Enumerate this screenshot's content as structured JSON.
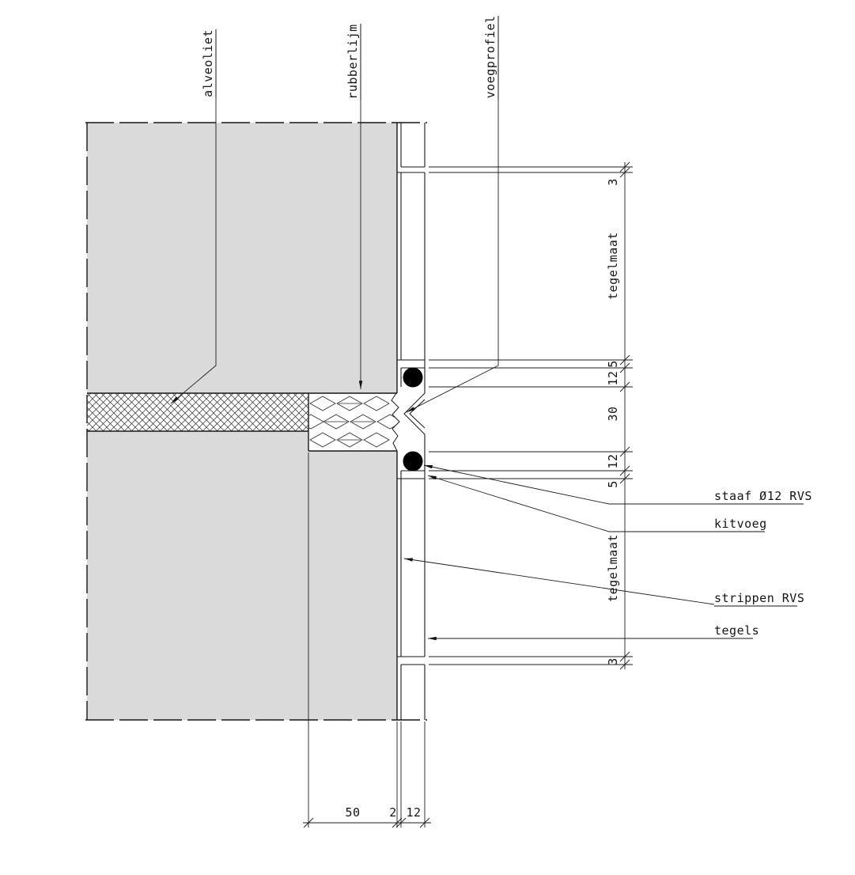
{
  "drawing": {
    "callouts": {
      "alveoliet": {
        "label": "alveoliet"
      },
      "rubberlijm": {
        "label": "rubberlijm"
      },
      "voegprofiel": {
        "label": "voegprofiel"
      },
      "staaf": {
        "label": "staaf Ø12 RVS"
      },
      "kitvoeg": {
        "label": "kitvoeg"
      },
      "strippen": {
        "label": "strippen RVS"
      },
      "tegels": {
        "label": "tegels"
      }
    },
    "dimensions": {
      "vertical_chain": [
        "3",
        "tegelmaat",
        "5",
        "12",
        "30",
        "12",
        "5",
        "tegelmaat",
        "3"
      ],
      "bottom_chain": [
        "50",
        "2",
        "12"
      ]
    },
    "colors": {
      "line": "#161616",
      "concrete_fill": "#dadada",
      "rod_fill": "#000000",
      "background": "#ffffff"
    }
  }
}
